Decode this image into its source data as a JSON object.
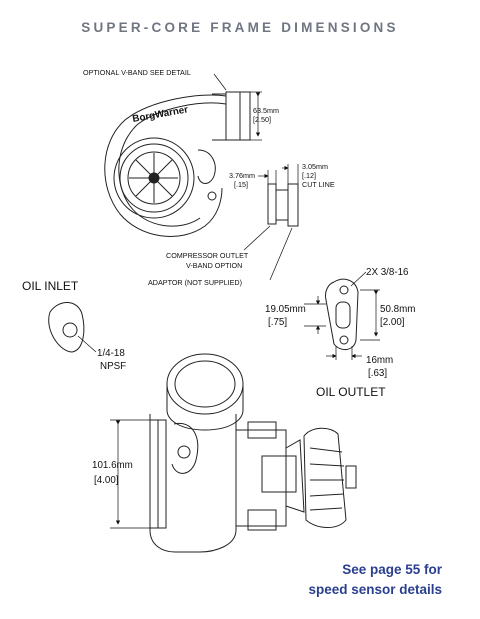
{
  "title": "SUPER-CORE FRAME DIMENSIONS",
  "brand": "BorgWarner",
  "labels": {
    "optional_vband": "OPTIONAL V-BAND SEE DETAIL",
    "dim_63_5_mm": "63.5mm",
    "dim_63_5_in": "[2.50]",
    "dim_3_76_mm": "3.76mm",
    "dim_3_76_in": "[.15]",
    "dim_3_05_mm": "3.05mm",
    "dim_3_05_in": "[.12]",
    "cut_line": "CUT LINE",
    "compressor_outlet_1": "COMPRESSOR OUTLET",
    "compressor_outlet_2": "V-BAND OPTION",
    "adaptor": "ADAPTOR (NOT SUPPLIED)",
    "oil_inlet": "OIL INLET",
    "npsf_1": "1/4-18",
    "npsf_2": "NPSF",
    "thread": "2X 3/8-16",
    "dim_19_05_mm": "19.05mm",
    "dim_19_05_in": "[.75]",
    "dim_50_8_mm": "50.8mm",
    "dim_50_8_in": "[2.00]",
    "dim_16_mm": "16mm",
    "dim_16_in": "[.63]",
    "oil_outlet": "OIL OUTLET",
    "dim_101_6_mm": "101.6mm",
    "dim_101_6_in": "[4.00]"
  },
  "note": {
    "line1": "See page 55 for",
    "line2": "speed sensor details"
  },
  "colors": {
    "title": "#6f7682",
    "note": "#2a3f8f",
    "linework": "#222222"
  }
}
